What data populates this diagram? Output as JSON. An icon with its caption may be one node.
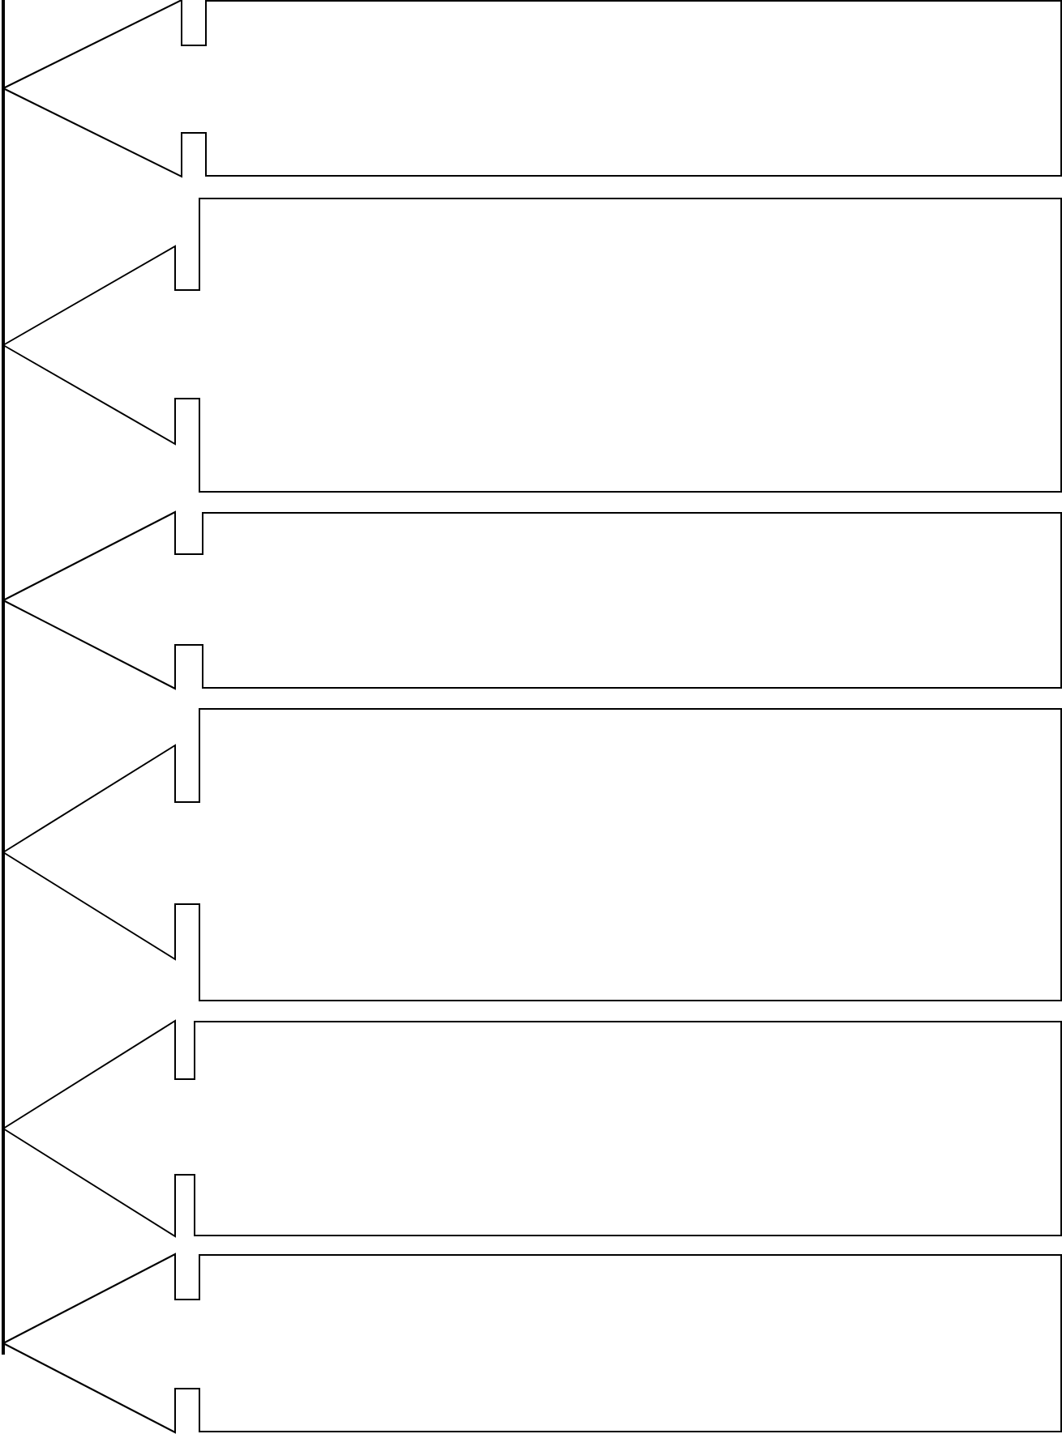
{
  "diagram": {
    "nodes": [
      {
        "text": [],
        "shape": "bar"
      },
      {
        "text": [],
        "shape": "arrow"
      },
      {
        "text": [],
        "shape": "arrow"
      },
      {
        "text": [],
        "shape": "arrow"
      },
      {
        "text": [],
        "shape": "arrow"
      },
      {
        "text": [],
        "shape": "arrow"
      },
      {
        "text": [],
        "shape": "arrow"
      }
    ]
  }
}
